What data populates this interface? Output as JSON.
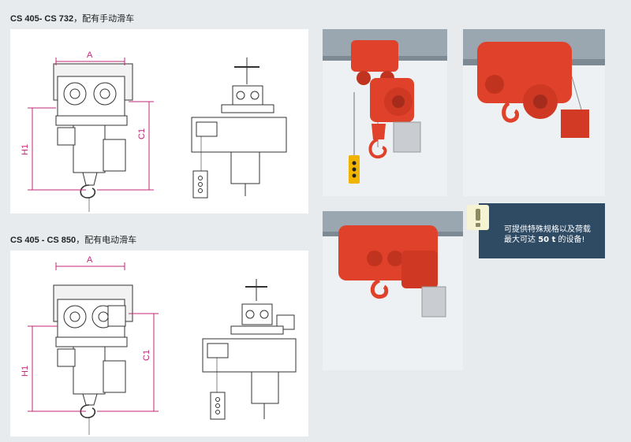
{
  "section1": {
    "model": "CS 405- CS 732",
    "caption": "，配有手动滑车",
    "dim_a": "A",
    "dim_h": "H1",
    "dim_c": "C1"
  },
  "section2": {
    "model": "CS 405 - CS 850",
    "caption": "，配有电动滑车",
    "dim_a": "A",
    "dim_h": "H1",
    "dim_c": "C1"
  },
  "notice": {
    "line1": "可提供特殊规格以及荷载",
    "line2_prefix": "最大可达 ",
    "line2_value": "50 t",
    "line2_suffix": " 的设备!"
  },
  "colors": {
    "dimension": "#c0287a",
    "hoist_red": "#e0412a",
    "notice_bg": "#2f4a63",
    "notice_icon": "#f6f3d3",
    "rail": "#9aa6b0"
  }
}
